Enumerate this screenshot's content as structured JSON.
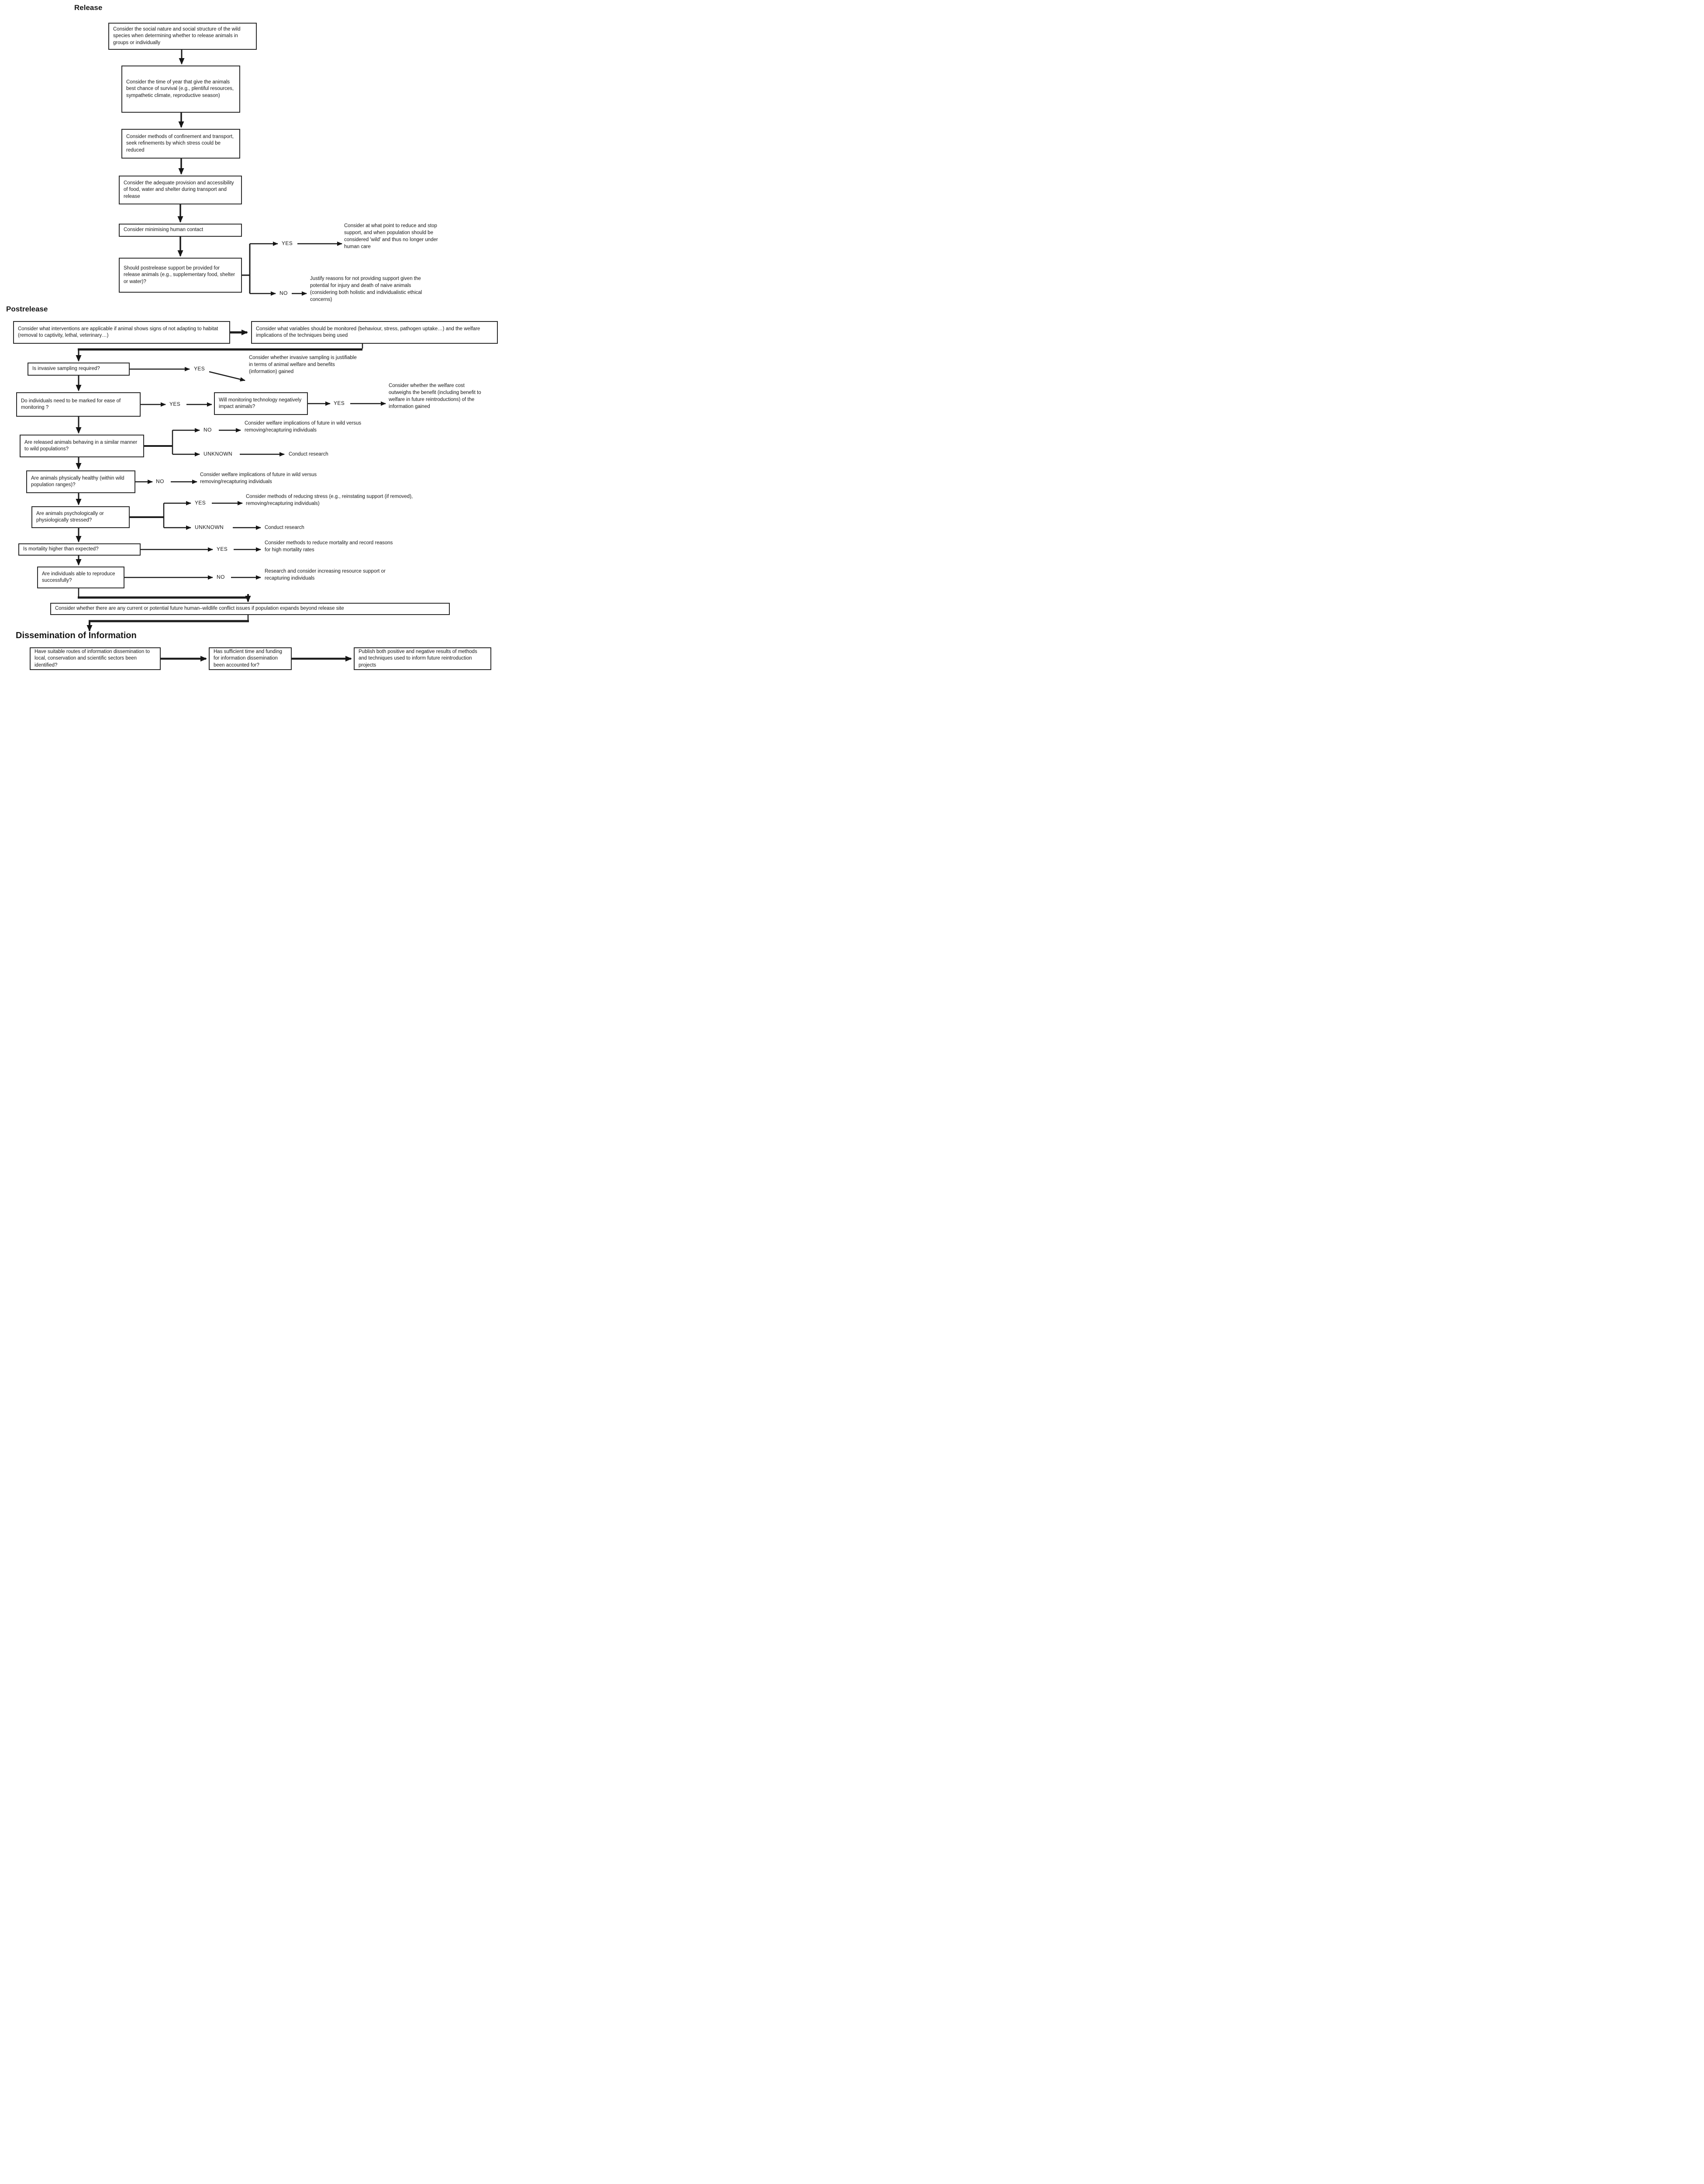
{
  "labels": {
    "yes": "YES",
    "no": "NO",
    "unknown": "UNKNOWN"
  },
  "release": {
    "heading": "Release",
    "box_social_structure": "Consider the social nature and social structure of the wild species when determining whether to release animals in groups or individually",
    "box_time_of_year": "Consider the time of year that give the animals best chance of survival (e.g., plentiful resources, sympathetic climate, reproductive season)",
    "box_confinement_transport": "Consider methods of confinement and transport, seek refinements by which stress could be reduced",
    "box_food_water_shelter": "Consider the adequate provision and accessibility of food, water and shelter during transport and release",
    "box_minimise_contact": "Consider minimising human contact",
    "box_postrelease_support": "Should postrelease support be provided for release animals (e.g., supplementary food, shelter or water)?",
    "outcome_yes": "Consider at what point to reduce and stop support, and when population should be considered 'wild' and thus no longer under human care",
    "outcome_no": "Justify reasons for not providing support given the potential for injury and death of naive animals (considering both holistic and individualistic ethical concerns)"
  },
  "postrelease": {
    "heading": "Postrelease",
    "box_interventions": "Consider what interventions are applicable if animal shows signs of not adapting to habitat (removal to captivity, lethal, veterinary…)",
    "box_variables": "Consider what variables should be monitored (behaviour, stress, pathogen uptake…) and the welfare implications of the techniques being used",
    "box_invasive_sampling": "Is invasive sampling required?",
    "outcome_invasive": "Consider whether invasive sampling is justifiable in terms of animal welfare and benefits (information) gained",
    "box_marking": "Do individuals need to be marked for ease of monitoring ?",
    "box_monitoring_tech": "Will monitoring technology negatively impact animals?",
    "outcome_monitoring": "Consider whether the welfare cost outweighs the benefit (including benefit to welfare in future reintroductions) of the information gained",
    "box_behaviour": "Are released animals behaving in a similar manner to wild populations?",
    "outcome_behaviour_no": "Consider welfare implications of future in wild versus removing/recapturing individuals",
    "outcome_behaviour_unknown": "Conduct research",
    "box_health": "Are animals physically healthy (within wild population ranges)?",
    "outcome_health_no": "Consider welfare implications of future in wild versus removing/recapturing individuals",
    "box_stress": "Are animals psychologically or physiologically stressed?",
    "outcome_stress_yes": "Consider methods of reducing stress (e.g., reinstating support (if removed), removing/recapturing individuals)",
    "outcome_stress_unknown": "Conduct research",
    "box_mortality": "Is mortality higher than expected?",
    "outcome_mortality": "Consider methods to reduce mortality and record reasons for high mortality rates",
    "box_reproduction": "Are individuals able to reproduce successfully?",
    "outcome_reproduction": "Research and consider increasing resource support or recapturing individuals",
    "box_conflict": "Consider whether there are any current or potential future human–wildlife conflict issues if population expands beyond release site"
  },
  "dissemination": {
    "heading": "Dissemination of Information",
    "box_routes": "Have suitable routes of information dissemination to local, conservation and scientific sectors been identified?",
    "box_funding": "Has sufficient time and funding for information dissemination been accounted for?",
    "box_publish": "Publish both positive and negative results of methods and techniques used to inform future reintroduction projects"
  }
}
